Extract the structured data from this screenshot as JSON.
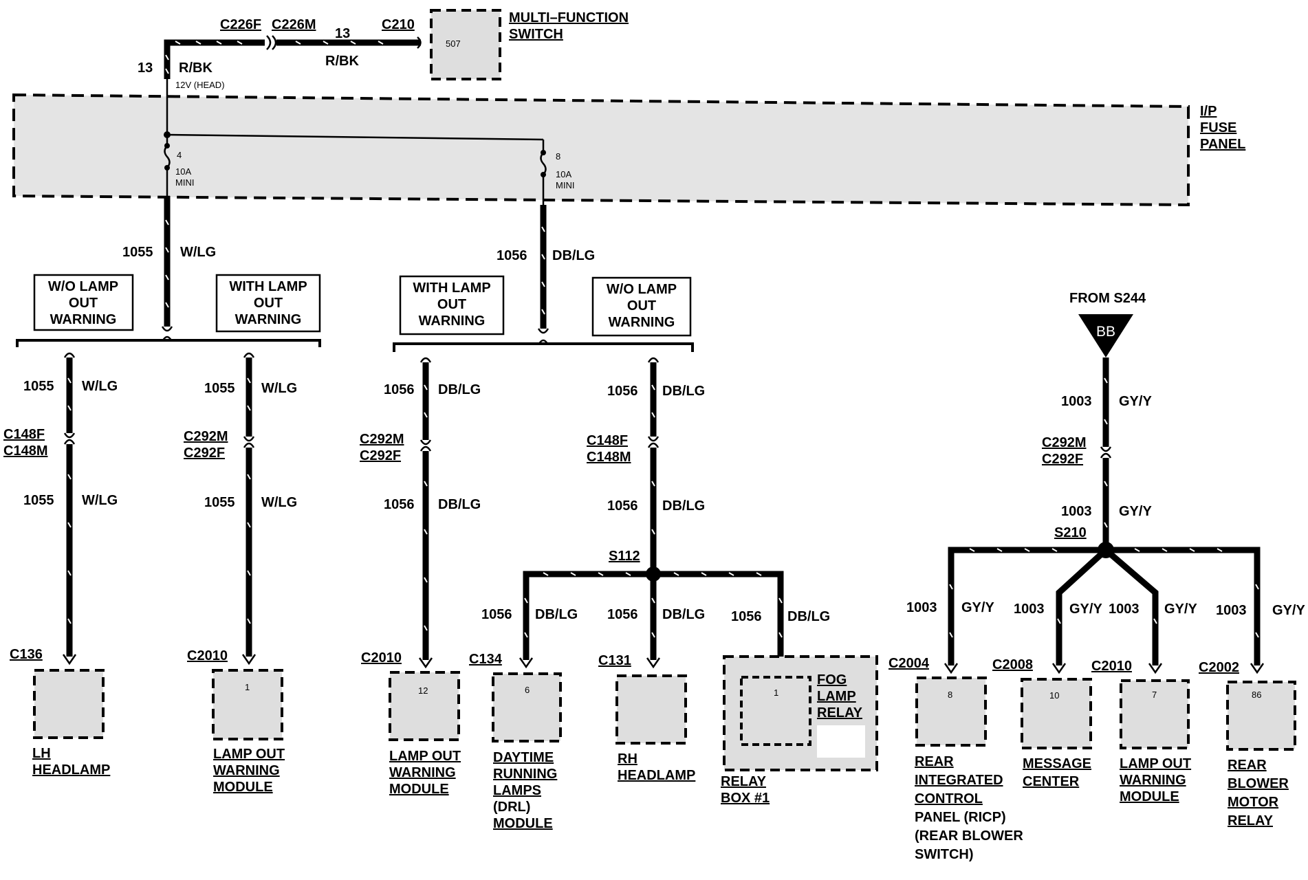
{
  "top": {
    "c226f": "C226F",
    "c226m": "C226M",
    "c210": "C210",
    "wire13_a": "13",
    "wire13_b": "13",
    "rbk_a": "R/BK",
    "rbk_b": "R/BK",
    "head": "12V (HEAD)",
    "mfs_pin": "507",
    "mfs_line1": "MULTI–FUNCTION",
    "mfs_line2": "SWITCH"
  },
  "fuse_panel": {
    "label_line1": "I/P",
    "label_line2": "FUSE",
    "label_line3": "PANEL",
    "fuse4_num": "4",
    "fuse4_rating1": "10A",
    "fuse4_rating2": "MINI",
    "fuse8_num": "8",
    "fuse8_rating1": "10A",
    "fuse8_rating2": "MINI"
  },
  "left": {
    "circuit": "1055",
    "color": "W/LG",
    "opt_wo": [
      "W/O LAMP",
      "OUT",
      "WARNING"
    ],
    "opt_with": [
      "WITH LAMP",
      "OUT",
      "WARNING"
    ],
    "c148f": "C148F",
    "c148m": "C148M",
    "c292m": "C292M",
    "c292f": "C292F",
    "c136": "C136",
    "c2010": "C2010",
    "lamp_pin": "1",
    "lh_line1": "LH",
    "lh_line2": "HEADLAMP",
    "lom_line1": "LAMP OUT",
    "lom_line2": "WARNING",
    "lom_line3": "MODULE"
  },
  "middle": {
    "circuit": "1056",
    "color": "DB/LG",
    "opt_with": [
      "WITH LAMP",
      "OUT",
      "WARNING"
    ],
    "opt_wo": [
      "W/O LAMP",
      "OUT",
      "WARNING"
    ],
    "c292m": "C292M",
    "c292f": "C292F",
    "c148f": "C148F",
    "c148m": "C148M",
    "s112": "S112",
    "c2010": "C2010",
    "c134": "C134",
    "c131": "C131",
    "lom_pin": "12",
    "drl_pin": "6",
    "fog_pin": "1",
    "lom_line1": "LAMP OUT",
    "lom_line2": "WARNING",
    "lom_line3": "MODULE",
    "drl_line1": "DAYTIME",
    "drl_line2": "RUNNING",
    "drl_line3": "LAMPS",
    "drl_line4": "(DRL)",
    "drl_line5": "MODULE",
    "rh_line1": "RH",
    "rh_line2": "HEADLAMP",
    "fog_line1": "FOG",
    "fog_line2": "LAMP",
    "fog_line3": "RELAY",
    "relay_line1": "RELAY",
    "relay_line2": "BOX #1"
  },
  "right": {
    "from": "FROM S244",
    "bb": "BB",
    "circuit": "1003",
    "color": "GY/Y",
    "c292m": "C292M",
    "c292f": "C292F",
    "s210": "S210",
    "c2004": "C2004",
    "c2008": "C2008",
    "c2010": "C2010",
    "c2002": "C2002",
    "ricp_pin": "8",
    "msg_pin": "10",
    "lom_pin": "7",
    "relay_pin": "86",
    "ricp_line1": "REAR",
    "ricp_line2": "INTEGRATED",
    "ricp_line3": "CONTROL",
    "ricp_line4": "PANEL (RICP)",
    "ricp_line5": "(REAR BLOWER",
    "ricp_line6": "SWITCH)",
    "msg_line1": "MESSAGE",
    "msg_line2": "CENTER",
    "lom_line1": "LAMP OUT",
    "lom_line2": "WARNING",
    "lom_line3": "MODULE",
    "rbm_line1": "REAR",
    "rbm_line2": "BLOWER",
    "rbm_line3": "MOTOR",
    "rbm_line4": "RELAY"
  }
}
